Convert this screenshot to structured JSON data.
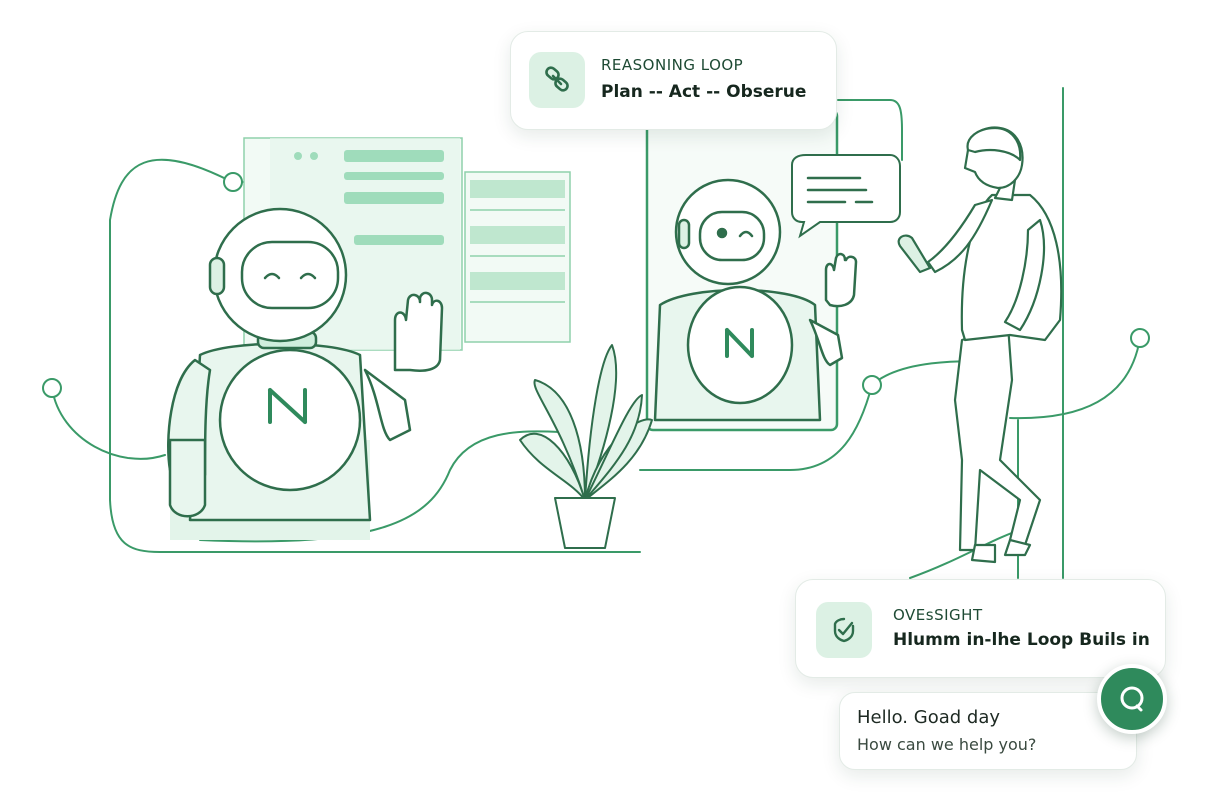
{
  "colors": {
    "accent": "#2f8a5c",
    "line": "#3a9a68",
    "fill": "#dcf1e4",
    "text_dark": "#16271e"
  },
  "reasoning_card": {
    "icon": "link-icon",
    "eyebrow": "REASONING LOOP",
    "headline": "Plan -- Act -- Obserue"
  },
  "oversight_card": {
    "icon": "check-shield-icon",
    "eyebrow": "OVEѕSIGHT",
    "headline": "Hlumm in-lhe Loop Buils in"
  },
  "chat": {
    "greeting": "Hello. Goad day",
    "subtext": "How can we help you?",
    "launcher_icon": "chat-bubble-icon"
  }
}
